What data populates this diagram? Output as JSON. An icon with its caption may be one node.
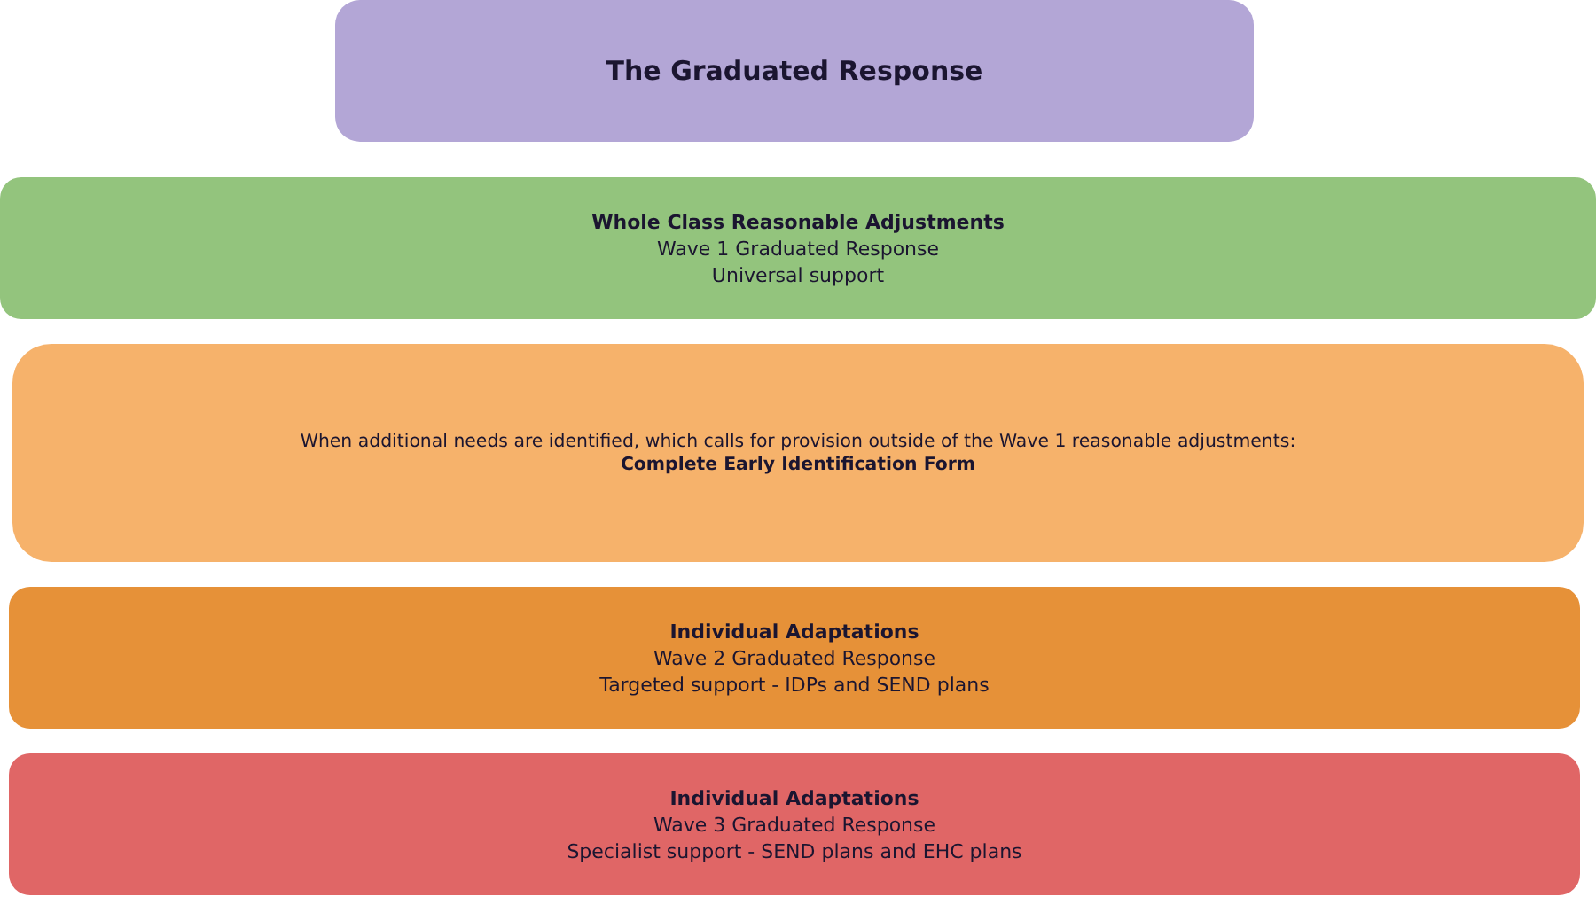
{
  "diagram": {
    "nodes": [
      {
        "text": [
          "The Graduated Response"
        ]
      },
      {
        "text": [
          "Whole Class Reasonable Adjustments",
          "Wave 1 Graduated Response",
          "Universal support"
        ]
      },
      {
        "text": [
          "When additional needs are identified, which calls for provision outside of the Wave 1 reasonable adjustments:",
          "Complete Early Identification Form"
        ]
      },
      {
        "text": [
          "Individual Adaptations",
          "Wave 2 Graduated Response",
          "Targeted support - IDPs and SEND plans"
        ]
      },
      {
        "text": [
          "Individual Adaptations",
          "Wave 3 Graduated Response",
          "Specialist support - SEND plans and EHC plans"
        ]
      }
    ]
  }
}
